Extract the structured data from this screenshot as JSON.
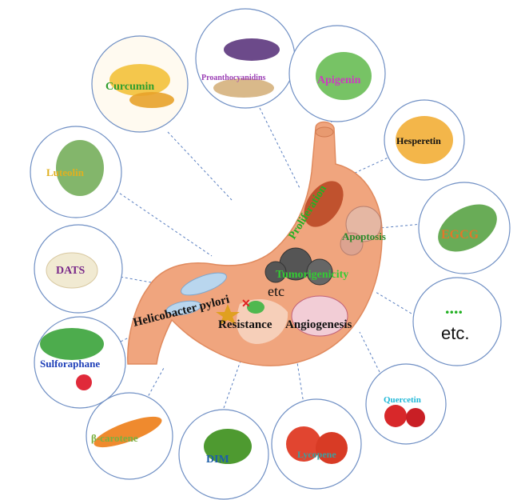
{
  "figure": {
    "circles": [
      {
        "id": "curcumin",
        "label": "Curcumin",
        "color": "#2e9e2e"
      },
      {
        "id": "proanthocyanidins",
        "label": "Proanthocyanidins",
        "color": "#9b3fb5"
      },
      {
        "id": "apigenin",
        "label": "Apigenin",
        "color": "#cc3cc0"
      },
      {
        "id": "hesperetin",
        "label": "Hesperetin",
        "color": "#111111"
      },
      {
        "id": "egcg",
        "label": "EGCG",
        "color": "#e0772b"
      },
      {
        "id": "etc-circle",
        "label": "etc.",
        "dots": "....",
        "color": "#111111",
        "dots_color": "#22b022"
      },
      {
        "id": "quercetin",
        "label": "Quercetin",
        "color": "#20b8d8"
      },
      {
        "id": "lycopene",
        "label": "Lycopene",
        "color": "#3aa0a0"
      },
      {
        "id": "dim",
        "label": "DIM",
        "color": "#1d5ea8"
      },
      {
        "id": "beta-carotene",
        "label": "β-carotene",
        "color": "#7ab040"
      },
      {
        "id": "sulforaphane",
        "label": "Sulforaphane",
        "color": "#1e3fb8"
      },
      {
        "id": "dats",
        "label": "DATS",
        "color": "#7a2a8a"
      },
      {
        "id": "luteolin",
        "label": "Luteolin",
        "color": "#e0b020"
      }
    ],
    "stomach_labels": {
      "proliferation": "Proliferation",
      "apoptosis": "Apoptosis",
      "tumorigenicity": "Tumorigenicity",
      "etc": "etc",
      "helicobacter": "Helicobacter pylori",
      "resistance": "Resistance",
      "angiogenesis": "Angiogenesis"
    },
    "colors": {
      "stomach": "#f0a57e",
      "stomach_dark": "#d98a62",
      "circle_stroke": "#6f8fc4",
      "dash": "#5a7fc0",
      "proliferation_text": "#24b024",
      "apoptosis_text": "#2a8a2a",
      "tumor_text": "#33cc33"
    }
  }
}
